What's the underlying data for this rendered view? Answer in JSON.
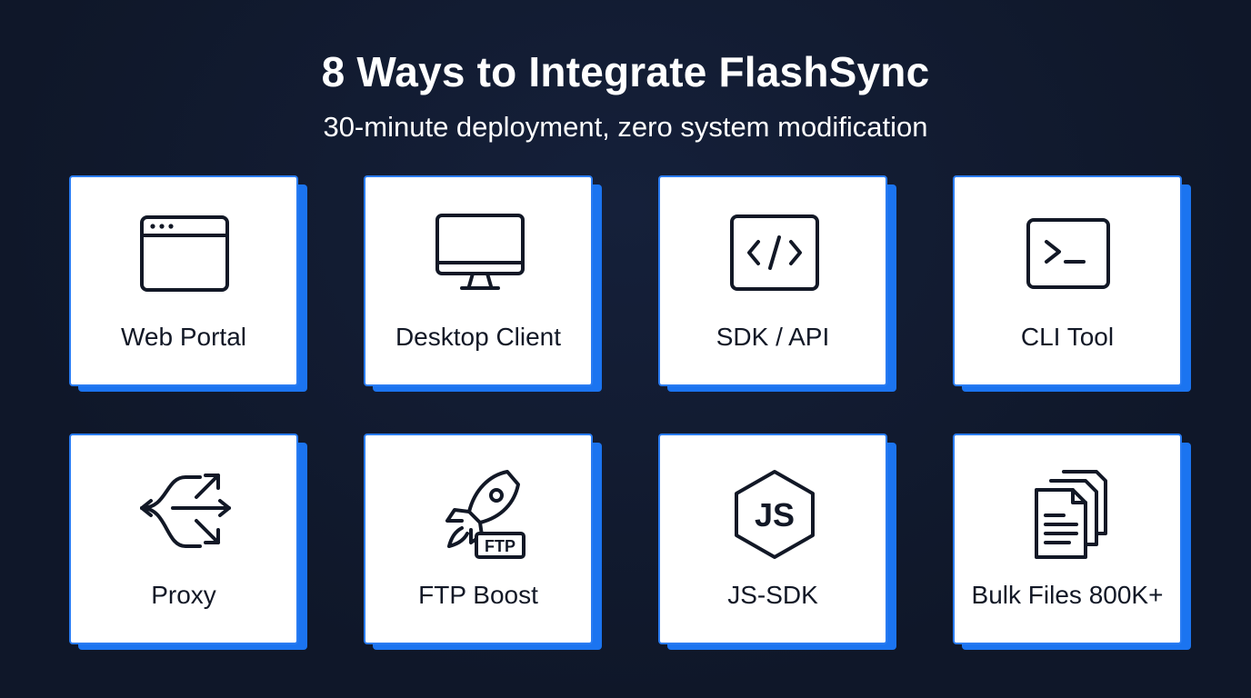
{
  "header": {
    "title": "8 Ways to Integrate FlashSync",
    "subtitle": "30-minute deployment, zero system modification"
  },
  "cards": [
    {
      "label": "Web Portal",
      "icon": "browser-window-icon"
    },
    {
      "label": "Desktop Client",
      "icon": "desktop-monitor-icon"
    },
    {
      "label": "SDK / API",
      "icon": "code-brackets-icon"
    },
    {
      "label": "CLI Tool",
      "icon": "terminal-prompt-icon"
    },
    {
      "label": "Proxy",
      "icon": "crossing-arrows-icon"
    },
    {
      "label": "FTP Boost",
      "icon": "rocket-ftp-icon",
      "icon_text": "FTP"
    },
    {
      "label": "JS-SDK",
      "icon": "js-hexagon-icon",
      "icon_text": "JS"
    },
    {
      "label": "Bulk Files 800K+",
      "icon": "stacked-documents-icon"
    }
  ],
  "colors": {
    "background": "#111a2e",
    "accent": "#1b74f0",
    "card": "#ffffff",
    "icon": "#121826"
  }
}
